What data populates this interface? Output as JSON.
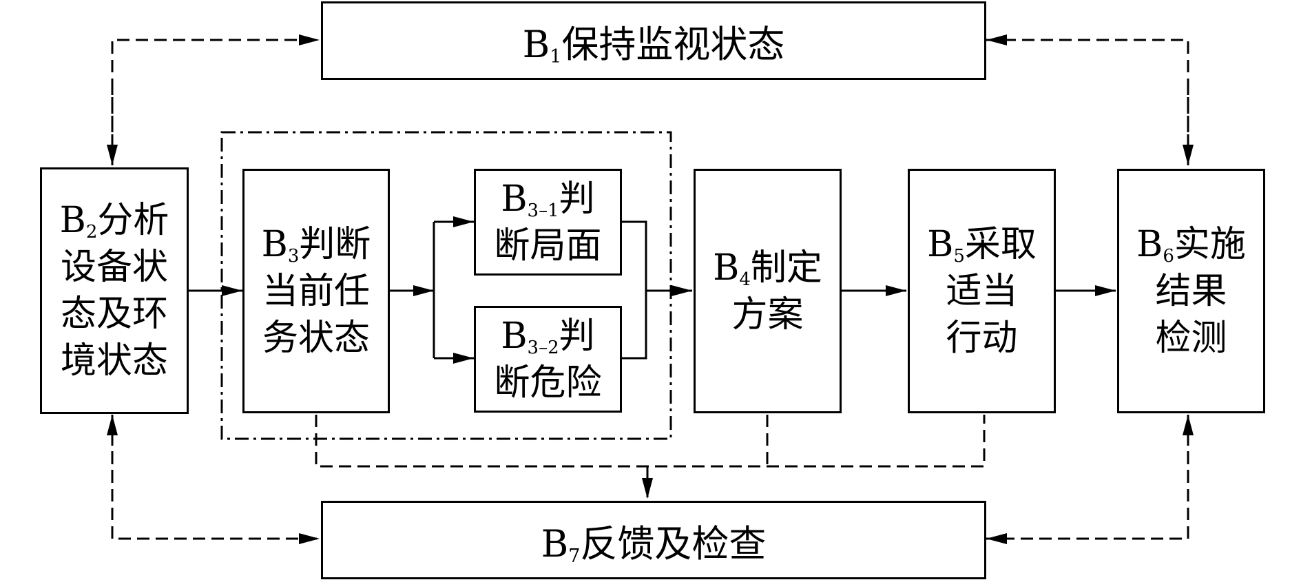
{
  "boxes": {
    "b1": {
      "id": "B",
      "sub": "1",
      "lines": [
        "保持监视状态"
      ]
    },
    "b2": {
      "id": "B",
      "sub": "2",
      "lines": [
        "分析",
        "设备状",
        "态及环",
        "境状态"
      ]
    },
    "b3": {
      "id": "B",
      "sub": "3",
      "lines": [
        "判断",
        "当前任",
        "务状态"
      ]
    },
    "b31": {
      "id": "B",
      "sub": "3–1",
      "lines": [
        "判",
        "断局面"
      ]
    },
    "b32": {
      "id": "B",
      "sub": "3–2",
      "lines": [
        "判",
        "断危险"
      ]
    },
    "b4": {
      "id": "B",
      "sub": "4",
      "lines": [
        "制定",
        "方案"
      ]
    },
    "b5": {
      "id": "B",
      "sub": "5",
      "lines": [
        "采取",
        "适当",
        "行动"
      ]
    },
    "b6": {
      "id": "B",
      "sub": "6",
      "lines": [
        "实施",
        "结果",
        "检测"
      ]
    },
    "b7": {
      "id": "B",
      "sub": "7",
      "lines": [
        "反馈及检查"
      ]
    }
  },
  "colors": {
    "line": "#000000",
    "background": "#ffffff"
  }
}
